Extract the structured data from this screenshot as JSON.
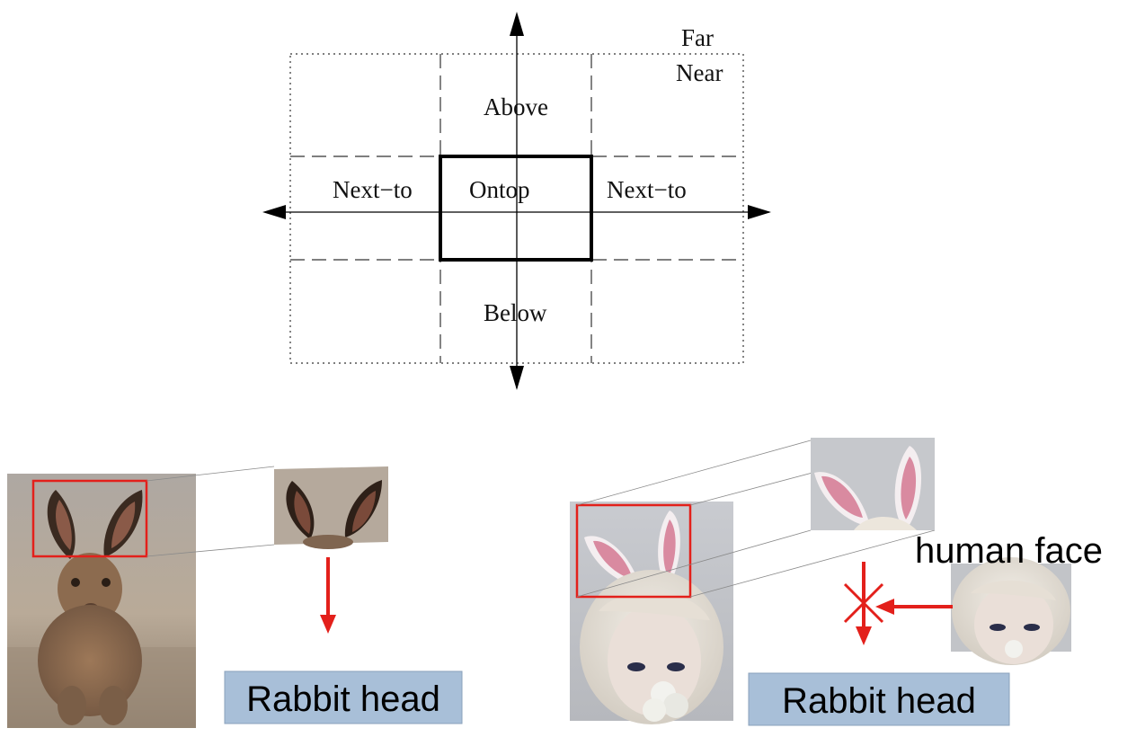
{
  "diagram": {
    "labels": {
      "far": "Far",
      "near": "Near",
      "above": "Above",
      "below": "Below",
      "ontop": "Ontop",
      "next_to_left": "Next−to",
      "next_to_right": "Next−to"
    }
  },
  "examples": {
    "left": {
      "result_label": "Rabbit head",
      "photo": "hare photo",
      "crop": "hare ears crop"
    },
    "right": {
      "result_label": "Rabbit head",
      "context_label": "human face",
      "photo": "girl with bunny ears photo",
      "crop": "bunny ears headband crop",
      "context_crop": "human face crop"
    }
  },
  "colors": {
    "box_red": "#e3201b",
    "arrow_red": "#e3201b",
    "label_bg": "#a8bfd8",
    "label_border": "#8aa0bb"
  }
}
